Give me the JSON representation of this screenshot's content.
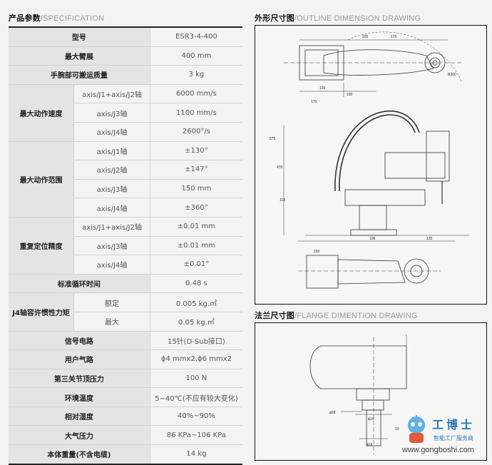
{
  "spec_section": {
    "title_cn": "产品参数",
    "title_en": "/SPECIFICATION"
  },
  "outline_section": {
    "title_cn": "外形尺寸图",
    "title_en": "/OUTLINE DIMENSION DRAWING"
  },
  "flange_section": {
    "title_cn": "法兰尺寸图",
    "title_en": "/FLANGE DIMENTION DRAWING"
  },
  "spec": {
    "model": {
      "label": "型号",
      "value": "ESR3-4-400"
    },
    "max_reach": {
      "label": "最大臂展",
      "value": "400 mm"
    },
    "payload": {
      "label": "手腕部可搬运质量",
      "value": "3 kg"
    },
    "max_speed": {
      "label": "最大动作速度",
      "rows": [
        {
          "axis": "axis/J1+axis/J2轴",
          "value": "6000 mm/s"
        },
        {
          "axis": "axis/J3轴",
          "value": "1100 mm/s"
        },
        {
          "axis": "axis/J4轴",
          "value": "2600°/s"
        }
      ]
    },
    "max_range": {
      "label": "最大动作范围",
      "rows": [
        {
          "axis": "axis/J1轴",
          "value": "±130°"
        },
        {
          "axis": "axis/J2轴",
          "value": "±147°"
        },
        {
          "axis": "axis/J3轴",
          "value": "150 mm"
        },
        {
          "axis": "axis/J4轴",
          "value": "±360°"
        }
      ]
    },
    "repeatability": {
      "label": "重复定位精度",
      "rows": [
        {
          "axis": "axis/J1+axis/J2轴",
          "value": "±0.01 mm"
        },
        {
          "axis": "axis/J3轴",
          "value": "±0.01 mm"
        },
        {
          "axis": "axis/J4轴",
          "value": "±0.01°"
        }
      ]
    },
    "cycle_time": {
      "label": "标准循环时间",
      "value": "0.48 s"
    },
    "inertia": {
      "label": "J4轴容许惯性力矩",
      "rows": [
        {
          "axis": "额定",
          "value": "0.005 kg.㎡"
        },
        {
          "axis": "最大",
          "value": "0.05 kg.㎡"
        }
      ]
    },
    "signal": {
      "label": "信号电路",
      "value": "15针(D-Sub接口)"
    },
    "air": {
      "label": "用户气路",
      "value": "ϕ4 mmx2,ϕ6 mmx2"
    },
    "j3_force": {
      "label": "第三关节顶压力",
      "value": "100 N"
    },
    "temperature": {
      "label": "环境温度",
      "value": "5~40℃(不应有较大变化)"
    },
    "humidity": {
      "label": "相对湿度",
      "value": "40%~90%"
    },
    "pressure": {
      "label": "大气压力",
      "value": "86 KPa~106 KPa"
    },
    "weight": {
      "label": "本体重量(不含电缆)",
      "value": "14 kg"
    }
  },
  "outline_dims": {
    "d1": "225",
    "d2": "175",
    "d3": "120",
    "d4": "100",
    "d5": "170",
    "d6": "150",
    "d7": "106",
    "d8": "125",
    "d9": "118",
    "d10": "470",
    "d11": "575",
    "d12": "R200"
  },
  "flange_dims": {
    "d1": "ϕ28",
    "d2": "ϕ14",
    "d3": "ϕ16",
    "d4": "10"
  },
  "watermark": {
    "title": "工博士",
    "subtitle": "智能工厂服务商",
    "url": "www.gongboshi.com"
  },
  "colors": {
    "table_label_bg": "#e4e4e2",
    "page_bg": "#f3f3f1",
    "watermark_blue": "#2a78b8"
  }
}
